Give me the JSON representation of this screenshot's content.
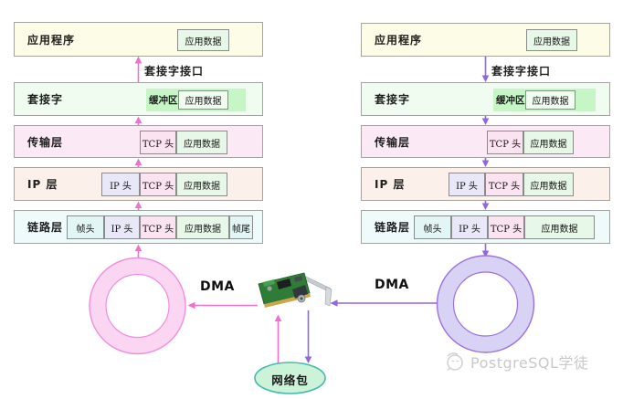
{
  "left": {
    "socket_interface": "套接字接口",
    "dma": "DMA",
    "rows": [
      {
        "label": "应用程序",
        "cells": [
          "应用数据"
        ]
      },
      {
        "label": "套接字",
        "buffer": "缓冲区",
        "cells": [
          "应用数据"
        ]
      },
      {
        "label": "传输层",
        "cells": [
          "TCP 头",
          "应用数据"
        ]
      },
      {
        "label": "IP 层",
        "cells": [
          "IP 头",
          "TCP 头",
          "应用数据"
        ]
      },
      {
        "label": "链路层",
        "cells": [
          "帧头",
          "IP 头",
          "TCP 头",
          "应用数据",
          "帧尾"
        ]
      }
    ]
  },
  "right": {
    "socket_interface": "套接字接口",
    "dma": "DMA",
    "rows": [
      {
        "label": "应用程序",
        "cells": [
          "应用数据"
        ]
      },
      {
        "label": "套接字",
        "buffer": "缓冲区",
        "cells": [
          "应用数据"
        ]
      },
      {
        "label": "传输层",
        "cells": [
          "TCP 头",
          "应用数据"
        ]
      },
      {
        "label": "IP 层",
        "cells": [
          "IP 头",
          "TCP 头",
          "应用数据"
        ]
      },
      {
        "label": "链路层",
        "cells": [
          "帧头",
          "IP 头",
          "TCP 头",
          "应用数据"
        ]
      }
    ]
  },
  "packet": {
    "label": "网络包"
  },
  "watermark": {
    "text": "PostgreSQL学徒"
  },
  "colors": {
    "left_flow": "#ee72cc",
    "right_flow": "#9164e0",
    "left_ring_fill": "#fad6f2",
    "left_ring_stroke": "#ef8ede",
    "right_ring_fill": "#d8d2f4",
    "right_ring_stroke": "#9b6fe2",
    "packet_fill": "#cbf3d8",
    "packet_border": "#46b8ae",
    "layer_app_bg": "#fdfce6",
    "layer_socket_bg": "#f1fcf1",
    "layer_transport_bg": "#fbe9f6",
    "layer_ip_bg": "#fcf1ea",
    "layer_link_bg": "#effafb",
    "cell_data_bg": "#e8f8e8",
    "cell_tcp_bg": "#fbe3f1",
    "cell_ip_bg": "#e9e8f8",
    "cell_frame_bg": "#e3f6f6",
    "buffer_bg": "#c6f6c6"
  }
}
